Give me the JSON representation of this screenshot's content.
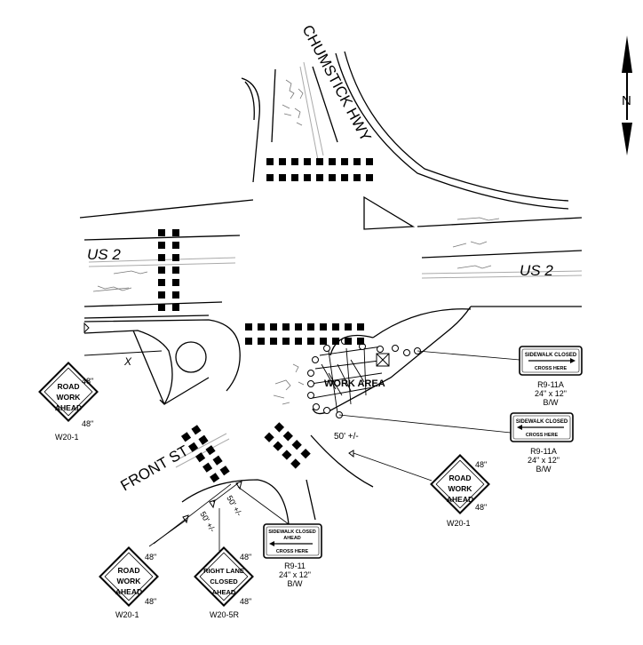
{
  "streets": {
    "chumstick": "CHUMSTICK HWY",
    "us2_left": "US 2",
    "us2_right": "US 2",
    "front": "FRONT ST"
  },
  "north_label": "N",
  "work_area": "WORK AREA",
  "dimension_x": "X",
  "distance_50_a": "50' +/-",
  "distance_50_b": "50' +/-",
  "distance_50_c": "50' +/-",
  "signs": {
    "road_work_left": {
      "line1": "ROAD",
      "line2": "WORK",
      "line3": "AHEAD",
      "size_top": "48\"",
      "size_bottom": "48\"",
      "code": "W20-1"
    },
    "road_work_right": {
      "line1": "ROAD",
      "line2": "WORK",
      "line3": "AHEAD",
      "size_top": "48\"",
      "size_bottom": "48\"",
      "code": "W20-1"
    },
    "road_work_bottom": {
      "line1": "ROAD",
      "line2": "WORK",
      "line3": "AHEAD",
      "size_top": "48\"",
      "size_bottom": "48\"",
      "code": "W20-1"
    },
    "right_lane_closed": {
      "line1": "RIGHT LANE",
      "line2": "CLOSED",
      "line3": "AHEAD",
      "size_top": "48\"",
      "size_bottom": "48\"",
      "code": "W20-5R"
    },
    "sidewalk_closed_1": {
      "top": "SIDEWALK CLOSED",
      "bottom": "CROSS HERE",
      "code": "R9-11A",
      "size": "24\" x 12\"",
      "color": "B/W",
      "arrow": "right"
    },
    "sidewalk_closed_2": {
      "top": "SIDEWALK CLOSED",
      "bottom": "CROSS HERE",
      "code": "R9-11A",
      "size": "24\" x 12\"",
      "color": "B/W",
      "arrow": "left"
    },
    "sidewalk_closed_ahead": {
      "top": "SIDEWALK CLOSED",
      "middle": "AHEAD",
      "bottom": "CROSS HERE",
      "code": "R9-11",
      "size": "24\" x 12\"",
      "color": "B/W",
      "arrow": "left"
    }
  }
}
